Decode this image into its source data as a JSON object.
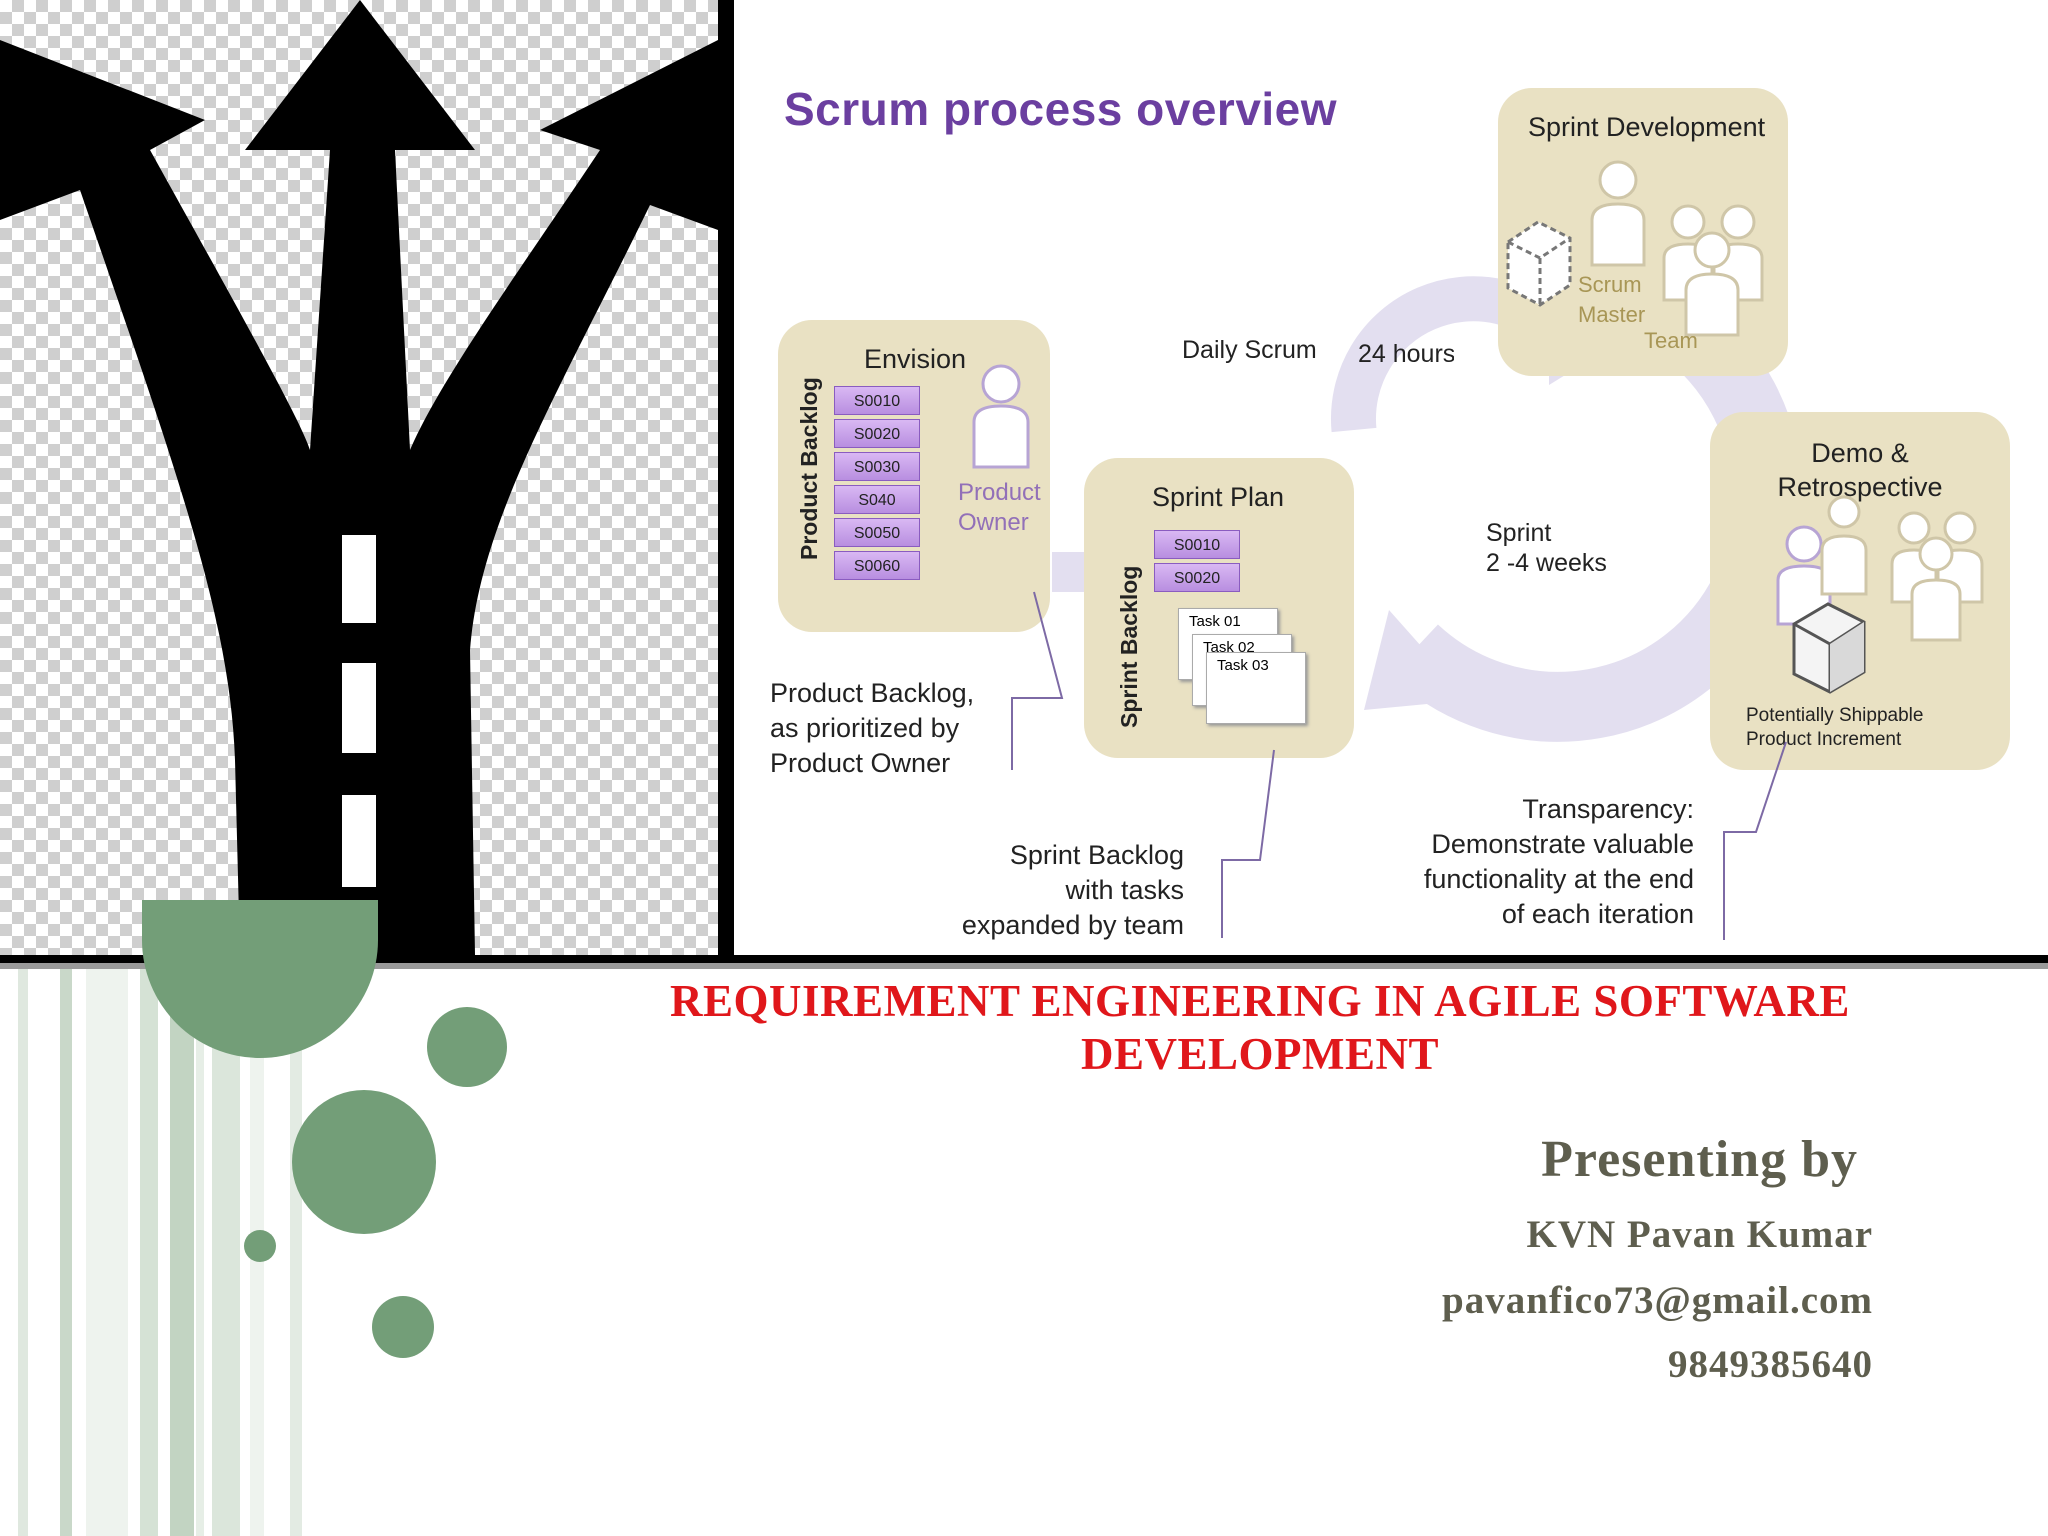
{
  "scrum": {
    "title": "Scrum process overview",
    "envision": {
      "heading": "Envision",
      "backlog_label": "Product Backlog",
      "stories": [
        "S0010",
        "S0020",
        "S0030",
        "S040",
        "S0050",
        "S0060"
      ],
      "owner_line1": "Product",
      "owner_line2": "Owner"
    },
    "sprint_plan": {
      "heading": "Sprint Plan",
      "backlog_label": "Sprint Backlog",
      "stories": [
        "S0010",
        "S0020"
      ],
      "tasks": [
        "Task 01",
        "Task 02",
        "Task 03"
      ]
    },
    "daily_scrum": "Daily Scrum",
    "hours": "24 hours",
    "sprint_line1": "Sprint",
    "sprint_line2": "2 -4 weeks",
    "sprint_dev": {
      "heading": "Sprint Development",
      "scrum_master_line1": "Scrum",
      "scrum_master_line2": "Master",
      "team": "Team"
    },
    "demo": {
      "heading_line1": "Demo &",
      "heading_line2": "Retrospective",
      "increment_line1": "Potentially Shippable",
      "increment_line2": "Product Increment"
    },
    "note_backlog": [
      "Product Backlog,",
      "as prioritized by",
      "Product Owner"
    ],
    "note_sprint": [
      "Sprint Backlog",
      "with tasks",
      "expanded by team"
    ],
    "note_transparency": [
      "Transparency:",
      "Demonstrate valuable",
      "functionality at the end",
      "of each iteration"
    ]
  },
  "slide": {
    "title_line1": "REQUIREMENT ENGINEERING IN  AGILE SOFTWARE",
    "title_line2": "DEVELOPMENT",
    "presenting": "Presenting by",
    "name": "KVN Pavan Kumar",
    "email": "pavanfico73@gmail.com",
    "phone": "9849385640"
  },
  "colors": {
    "title_red": "#e0171b",
    "circle_green": "#739e78",
    "scrum_purple": "#6b3fa0",
    "panel_tan": "#e9e1c3"
  }
}
